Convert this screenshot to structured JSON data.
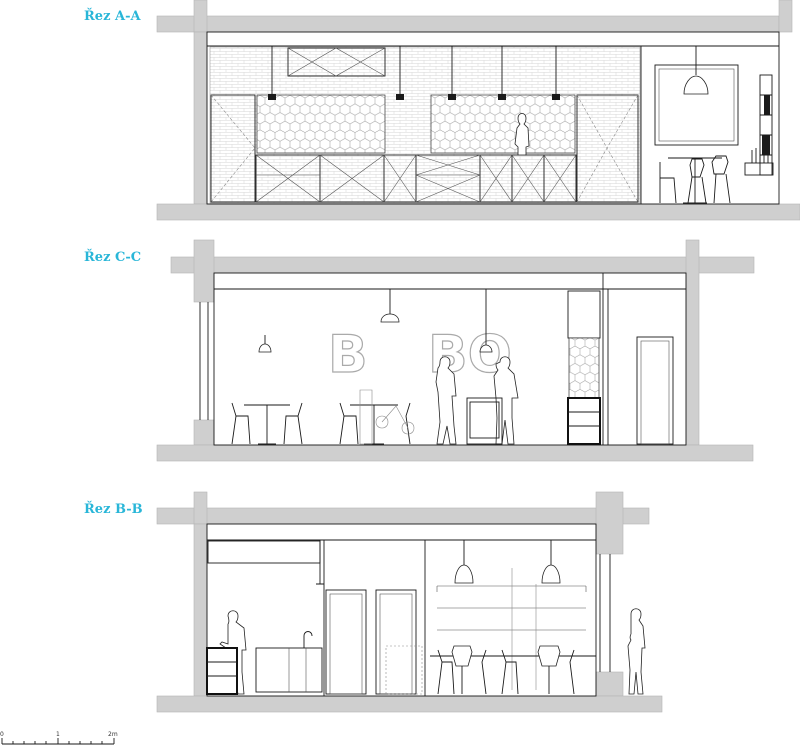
{
  "sections": [
    {
      "id": "aa",
      "label": "Řez A-A"
    },
    {
      "id": "cc",
      "label": "Řez C-C"
    },
    {
      "id": "bb",
      "label": "Řez B-B"
    }
  ],
  "wall_lettering": [
    "B",
    "BO"
  ],
  "scale_bar": {
    "labels": [
      "0",
      "1",
      "2m"
    ]
  },
  "colors": {
    "label": "#29b6d8",
    "concrete": "#cfcfcf",
    "line": "#1a1a1a"
  }
}
